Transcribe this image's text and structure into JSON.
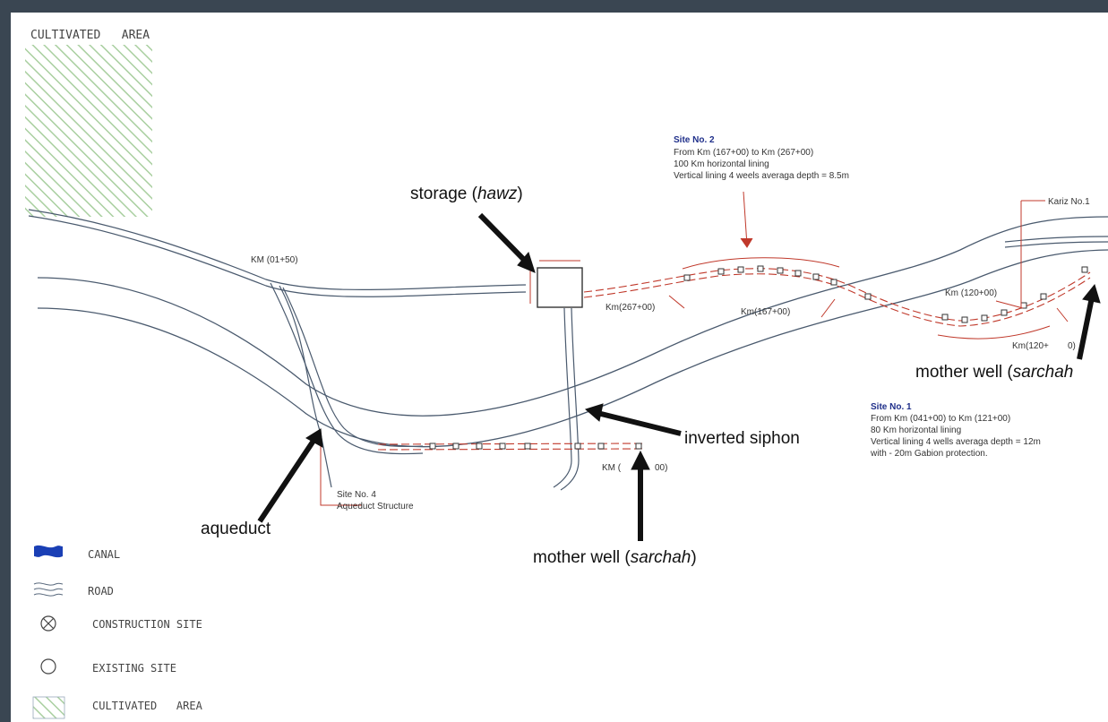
{
  "top_label": "CULTIVATED   AREA",
  "annotations": {
    "storage": [
      "storage (",
      "hawz",
      ")"
    ],
    "inverted_siphon": "inverted siphon",
    "aqueduct": "aqueduct",
    "mother_well_bottom": [
      "mother well (",
      "sarchah",
      ")"
    ],
    "mother_well_right": [
      "mother well (",
      "sarchah"
    ]
  },
  "km_labels": {
    "km_01_50": "KM (01+50)",
    "km_267": "Km(267+00)",
    "km_167": "Km(167+00)",
    "km_120_top": "Km (120+00)",
    "km_120_bottom_a": "Km(120+",
    "km_120_bottom_b": "0)",
    "km_bottom_a": "KM (",
    "km_bottom_b": "00)",
    "kariz": "Kariz No.1"
  },
  "site2": {
    "title": "Site No. 2",
    "lines": [
      "From Km (167+00) to Km (267+00)",
      "100 Km horizontal lining",
      "Vertical lining 4 weels averaga depth = 8.5m"
    ]
  },
  "site1": {
    "title": "Site No. 1",
    "lines": [
      "From Km (041+00) to Km (121+00)",
      "80 Km horizontal lining",
      "Vertical lining 4 wells averaga depth = 12m",
      "with - 20m Gabion protection."
    ]
  },
  "site4": {
    "lines": [
      "Site No. 4",
      "Aqueduct Structure"
    ]
  },
  "legend": {
    "items": [
      {
        "icon": "canal-icon",
        "label": "CANAL"
      },
      {
        "icon": "road-icon",
        "label": "ROAD"
      },
      {
        "icon": "construction-site-icon",
        "label": "CONSTRUCTION SITE"
      },
      {
        "icon": "existing-site-icon",
        "label": "EXISTING SITE"
      },
      {
        "icon": "cultivated-area-icon",
        "label": "CULTIVATED   AREA"
      }
    ]
  },
  "colors": {
    "frame": "#3a4652",
    "line": "#4a5a6e",
    "red": "#c0392b",
    "site_title": "#1f2f8a",
    "hatch": "#a9cfa0",
    "canal": "#1a3fb5"
  }
}
